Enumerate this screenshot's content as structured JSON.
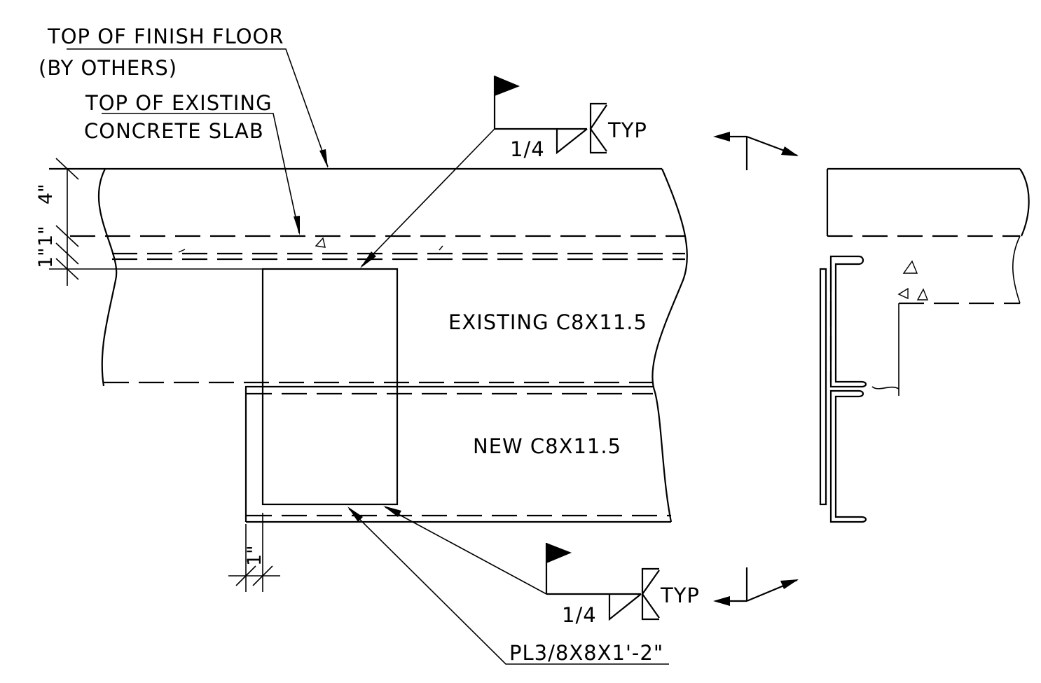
{
  "labels": {
    "top_finish_floor_1": "TOP OF FINISH FLOOR",
    "top_finish_floor_2": "(BY OTHERS)",
    "top_existing_1": "TOP OF EXISTING",
    "top_existing_2": "CONCRETE SLAB",
    "existing_channel": "EXISTING C8X11.5",
    "new_channel": "NEW C8X11.5",
    "plate_callout": "PL3/8X8X1'-2\""
  },
  "weld_top": {
    "size": "1/4",
    "note": "TYP"
  },
  "weld_bottom": {
    "size": "1/4",
    "note": "TYP"
  },
  "dimensions": {
    "slab_thickness": "4\"",
    "offset_a": "1\"",
    "offset_b": "1\"",
    "plate_edge": "1\""
  }
}
